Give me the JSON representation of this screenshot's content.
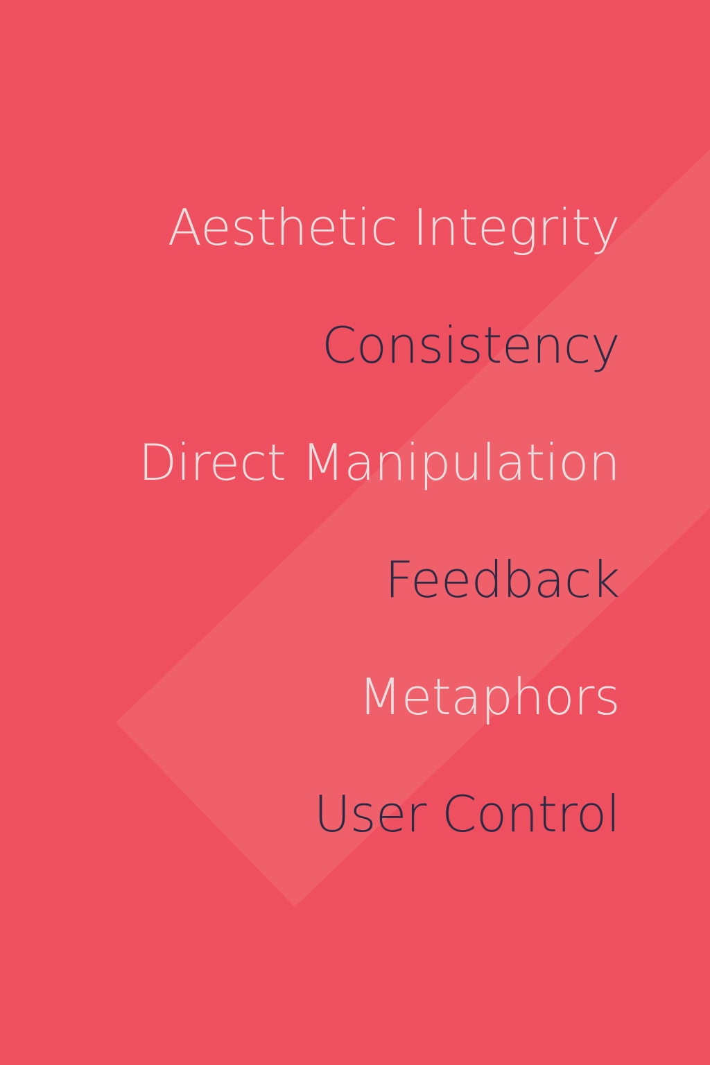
{
  "colors": {
    "background": "#ef5060",
    "band": "#f0606b",
    "light_text": "#e6dedf",
    "dark_text": "#2b2a45"
  },
  "principles": [
    {
      "label": "Aesthetic Integrity",
      "tone": "light"
    },
    {
      "label": "Consistency",
      "tone": "dark"
    },
    {
      "label": "Direct Manipulation",
      "tone": "light"
    },
    {
      "label": "Feedback",
      "tone": "dark"
    },
    {
      "label": "Metaphors",
      "tone": "light"
    },
    {
      "label": "User Control",
      "tone": "dark"
    }
  ]
}
